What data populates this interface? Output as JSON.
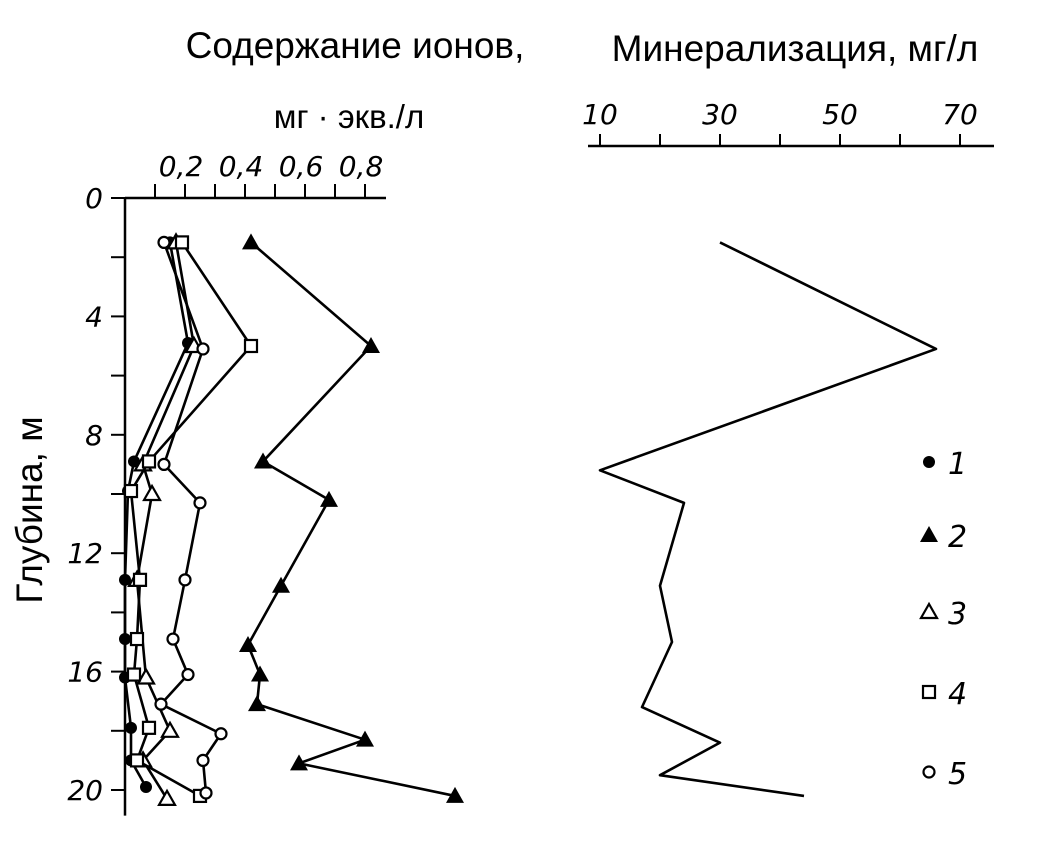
{
  "chart_data": {
    "type": "line",
    "ion_axis": {
      "title_line1": "Содержание ионов,",
      "title_line2": "мг · экв./л",
      "tick_labels": [
        "0,2",
        "0,4",
        "0,6",
        "0,8"
      ],
      "tick_values": [
        0.2,
        0.4,
        0.6,
        0.8
      ],
      "range": [
        0,
        0.87
      ]
    },
    "mineral_axis": {
      "title": "Минерализация, мг/л",
      "tick_labels": [
        "10",
        "30",
        "50",
        "70"
      ],
      "tick_values": [
        10,
        30,
        50,
        70
      ],
      "range": [
        10,
        75
      ]
    },
    "depth_axis": {
      "label": "Глубина, м",
      "tick_labels": [
        "0",
        "4",
        "8",
        "12",
        "16",
        "20"
      ],
      "tick_values": [
        0,
        4,
        8,
        12,
        16,
        20
      ],
      "range": [
        0,
        21
      ]
    },
    "series": [
      {
        "name": "1",
        "marker": "filled-circle",
        "points": [
          [
            0.15,
            1.5
          ],
          [
            0.21,
            4.9
          ],
          [
            0.03,
            8.9
          ],
          [
            0.01,
            9.9
          ],
          [
            0.0,
            12.9
          ],
          [
            0.0,
            14.9
          ],
          [
            0.0,
            16.2
          ],
          [
            0.02,
            17.9
          ],
          [
            0.02,
            19.0
          ],
          [
            0.07,
            19.9
          ]
        ]
      },
      {
        "name": "2",
        "marker": "filled-triangle",
        "points": [
          [
            0.42,
            1.5
          ],
          [
            0.82,
            5.0
          ],
          [
            0.46,
            8.9
          ],
          [
            0.68,
            10.2
          ],
          [
            0.52,
            13.1
          ],
          [
            0.41,
            15.1
          ],
          [
            0.45,
            16.1
          ],
          [
            0.44,
            17.1
          ],
          [
            0.8,
            18.3
          ],
          [
            0.58,
            19.1
          ],
          [
            1.1,
            20.2
          ]
        ]
      },
      {
        "name": "3",
        "marker": "open-triangle",
        "points": [
          [
            0.17,
            1.5
          ],
          [
            0.23,
            5.0
          ],
          [
            0.06,
            9.0
          ],
          [
            0.09,
            10.0
          ],
          [
            0.04,
            12.9
          ],
          [
            0.07,
            16.2
          ],
          [
            0.15,
            18.0
          ],
          [
            0.06,
            19.0
          ],
          [
            0.14,
            20.3
          ]
        ]
      },
      {
        "name": "4",
        "marker": "open-square",
        "points": [
          [
            0.19,
            1.5
          ],
          [
            0.42,
            5.0
          ],
          [
            0.08,
            8.9
          ],
          [
            0.02,
            9.9
          ],
          [
            0.05,
            12.9
          ],
          [
            0.04,
            14.9
          ],
          [
            0.03,
            16.1
          ],
          [
            0.08,
            17.9
          ],
          [
            0.04,
            19.0
          ],
          [
            0.25,
            20.2
          ]
        ]
      },
      {
        "name": "5",
        "marker": "open-circle",
        "points": [
          [
            0.13,
            1.5
          ],
          [
            0.26,
            5.1
          ],
          [
            0.13,
            9.0
          ],
          [
            0.25,
            10.3
          ],
          [
            0.2,
            12.9
          ],
          [
            0.16,
            14.9
          ],
          [
            0.21,
            16.1
          ],
          [
            0.12,
            17.1
          ],
          [
            0.32,
            18.1
          ],
          [
            0.26,
            19.0
          ],
          [
            0.27,
            20.1
          ]
        ]
      },
      {
        "name": "Минерализация",
        "marker": "none",
        "points": [
          [
            30,
            1.5
          ],
          [
            66,
            5.1
          ],
          [
            10,
            9.2
          ],
          [
            24,
            10.3
          ],
          [
            20,
            13.1
          ],
          [
            22,
            15.0
          ],
          [
            17,
            17.2
          ],
          [
            30,
            18.4
          ],
          [
            20,
            19.5
          ],
          [
            44,
            20.2
          ]
        ]
      }
    ],
    "legend": {
      "position": "right",
      "entries": [
        "1",
        "2",
        "3",
        "4",
        "5"
      ]
    },
    "grid": false
  }
}
